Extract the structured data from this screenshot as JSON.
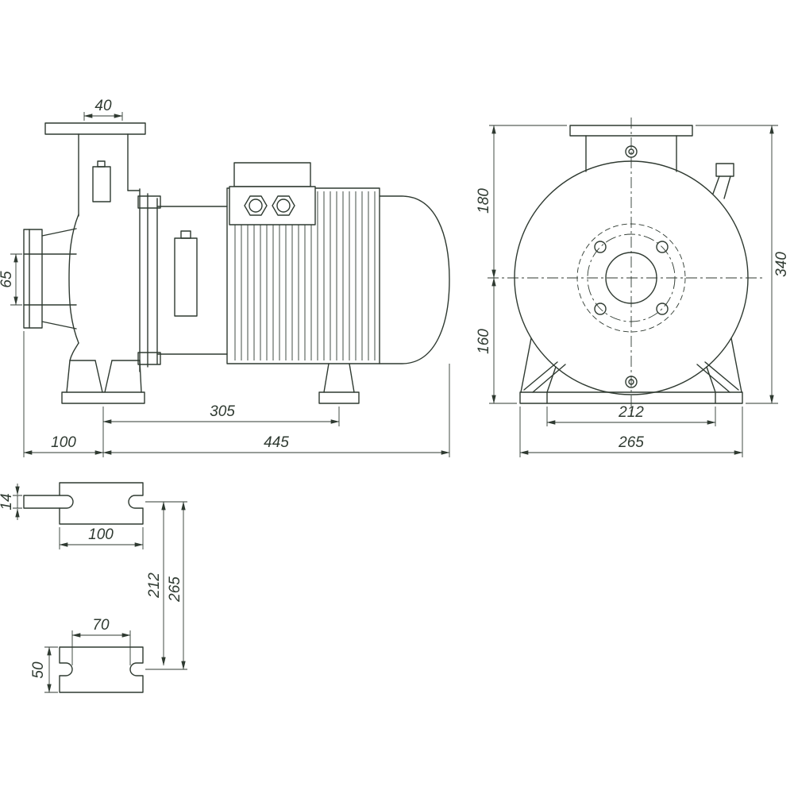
{
  "drawing": {
    "line_color": "#2f3a31",
    "background": "#ffffff"
  },
  "side_view": {
    "dims": {
      "discharge_port": "40",
      "suction_port": "65",
      "foot_spacing": "305",
      "suction_to_foot": "100",
      "overall_length": "445"
    }
  },
  "front_view": {
    "dims": {
      "axis_to_top": "180",
      "axis_to_base": "160",
      "overall_height": "340",
      "foot_slot_spacing": "212",
      "base_width": "265"
    }
  },
  "foot_views": {
    "dims": {
      "tab_thickness": "14",
      "front_foot_width": "100",
      "slot_spacing_long": "212",
      "overall_long": "265",
      "rear_slot_spacing": "70",
      "rear_foot_width": "50"
    }
  }
}
